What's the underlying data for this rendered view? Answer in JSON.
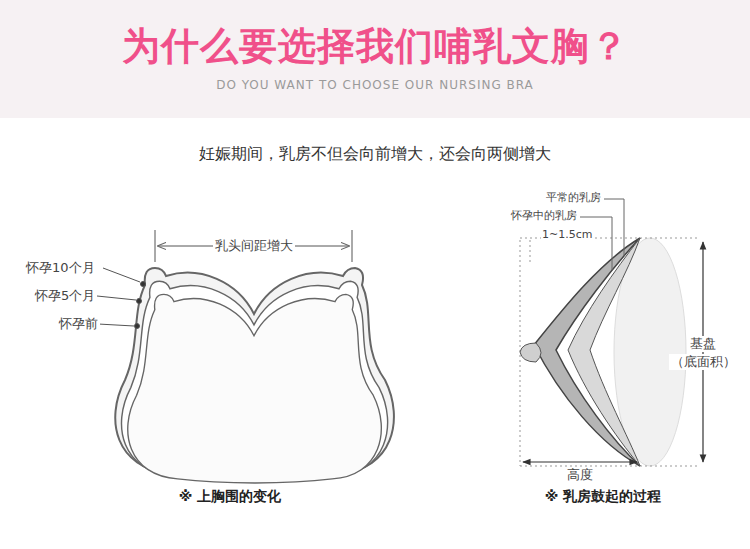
{
  "diagram": {
    "title": "为什么要选择我们哺乳文胸？",
    "labels": [
      "DO YOU WANT TO CHOOSE OUR NURSING BRA",
      "妊娠期间，乳房不但会向前增大，还会向两侧增大",
      "乳头间距增大",
      "怀孕10个月",
      "怀孕5个月",
      "怀孕前",
      "※ 上胸围的变化",
      "平常的乳房",
      "怀孕中的乳房",
      "1~1.5cm",
      "基盘",
      "（底面积）",
      "高度",
      "※ 乳房鼓起的过程"
    ]
  }
}
